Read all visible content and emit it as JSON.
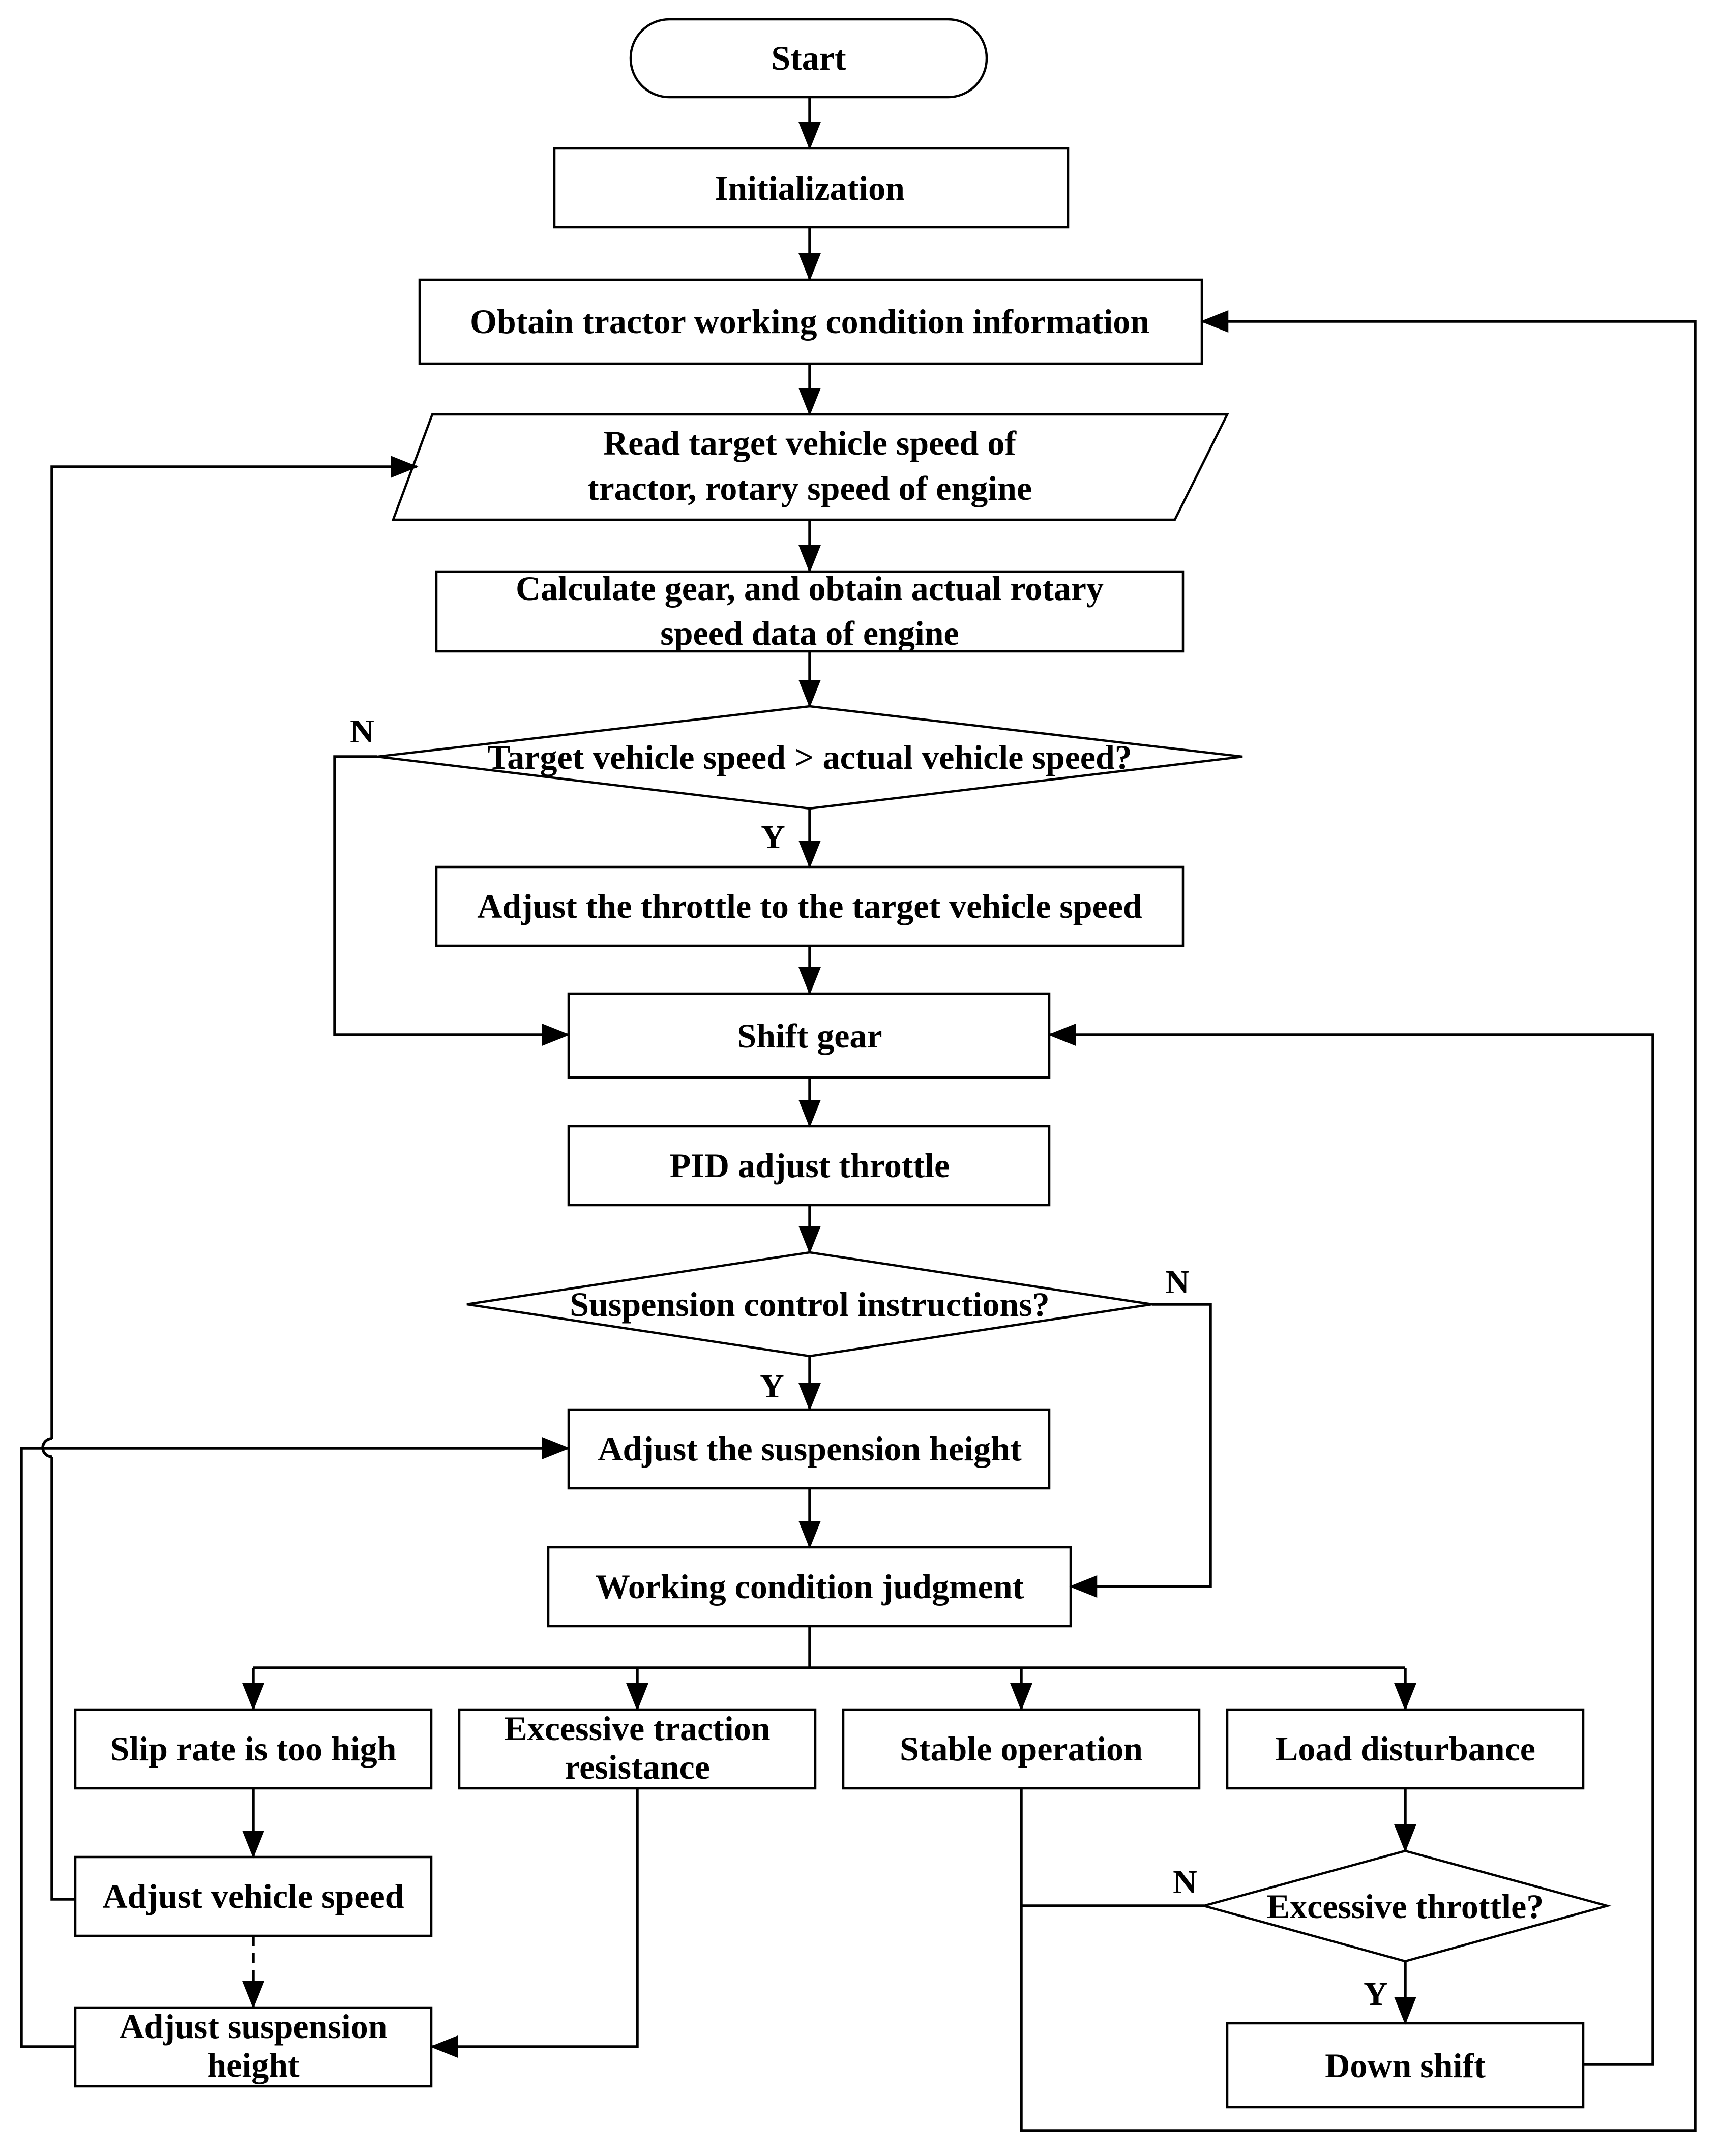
{
  "start": "Start",
  "initialization": "Initialization",
  "obtain_info": "Obtain tractor working condition information",
  "read_target": [
    "Read target vehicle speed of",
    "tractor, rotary speed of engine"
  ],
  "calculate_gear": [
    "Calculate gear, and obtain actual rotary",
    "speed data of engine"
  ],
  "speed_decision": "Target vehicle speed > actual vehicle speed?",
  "adjust_throttle_target": "Adjust the throttle to the target vehicle speed",
  "shift_gear": "Shift gear",
  "pid_adjust": "PID adjust throttle",
  "suspension_decision": "Suspension control instructions?",
  "adjust_suspension_height": "Adjust the suspension height",
  "working_condition": "Working condition judgment",
  "slip_rate": "Slip rate is too high",
  "excessive_traction": [
    "Excessive traction",
    "resistance"
  ],
  "stable_operation": "Stable operation",
  "load_disturbance": "Load disturbance",
  "throttle_decision": "Excessive throttle?",
  "adjust_vehicle_speed": "Adjust vehicle  speed",
  "adjust_suspension": [
    "Adjust suspension",
    "height"
  ],
  "down_shift": "Down shift",
  "labels": {
    "yes": "Y",
    "no": "N"
  }
}
